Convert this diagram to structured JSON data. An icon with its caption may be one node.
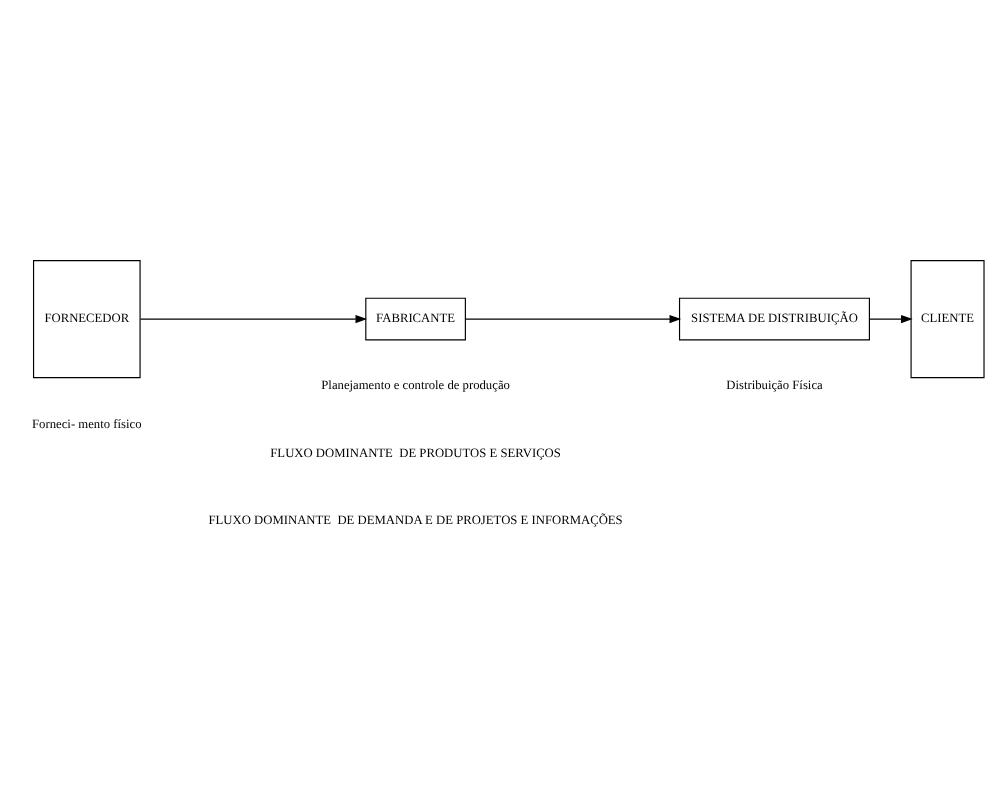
{
  "diagram": {
    "nodes": [
      {
        "text": [
          "FORNECEDOR"
        ],
        "beside": [
          "Forneci- mento físico"
        ]
      },
      {
        "text": [
          "FABRICANTE"
        ],
        "beside": [
          "Planejamento e controle de produção"
        ]
      },
      {
        "text": [
          "SISTEMA DE DISTRIBUIÇÃO"
        ],
        "beside": [
          "Distribuição Física"
        ]
      },
      {
        "text": [
          "CLIENTE"
        ]
      }
    ],
    "edges": [
      {
        "from": 0,
        "to": 1,
        "arrow": "to"
      },
      {
        "from": 1,
        "to": 2,
        "arrow": "to"
      },
      {
        "from": 2,
        "to": 3,
        "arrow": "to"
      }
    ],
    "labels": [
      "FLUXO DOMINANTE  DE PRODUTOS E SERVIÇOS",
      "FLUXO DOMINANTE  DE DEMANDA E DE PROJETOS E INFORMAÇÕES"
    ]
  }
}
